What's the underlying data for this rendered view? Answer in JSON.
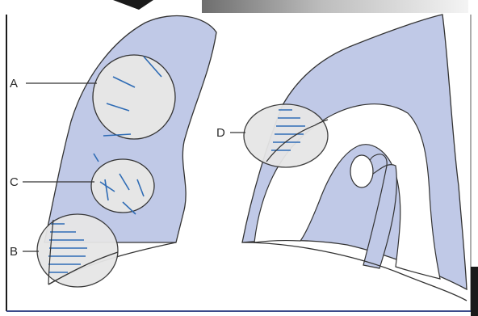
{
  "labels": {
    "a": "A",
    "b": "B",
    "c": "C",
    "d": "D"
  },
  "colors": {
    "lung_fill": "#c0c9e7",
    "circle_fill": "#e6e6e6",
    "hatch": "#2f6cb5",
    "outline": "#333333",
    "frame_dark": "#1a1a1a"
  }
}
